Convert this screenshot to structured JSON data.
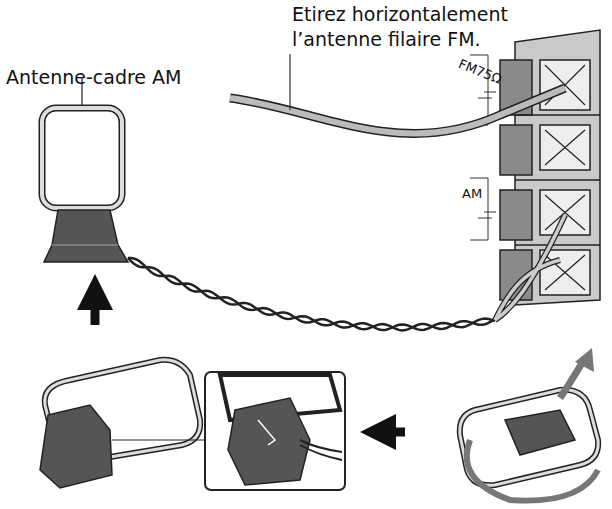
{
  "diagram": {
    "labels": [
      "Etirez horizontalement l’antenne filaire FM.",
      "Antenne-cadre AM",
      "FM75Ω",
      "AM"
    ]
  }
}
